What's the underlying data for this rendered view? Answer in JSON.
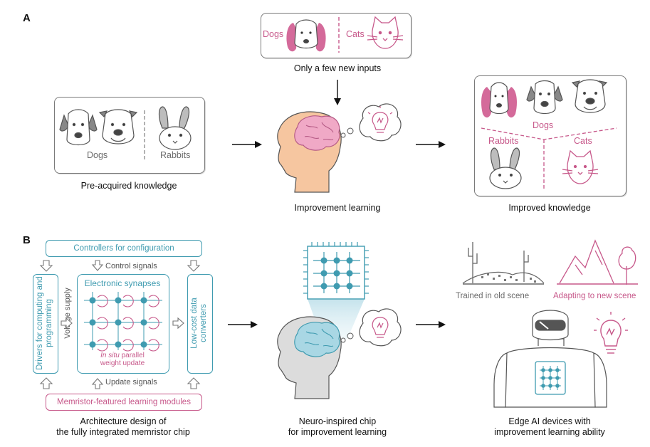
{
  "panelA": {
    "letter": "A",
    "new_inputs": {
      "dogs_label": "Dogs",
      "cats_label": "Cats",
      "caption": "Only a few new inputs"
    },
    "pre_acquired": {
      "dogs_label": "Dogs",
      "rabbits_label": "Rabbits",
      "caption": "Pre-acquired knowledge"
    },
    "improvement_caption": "Improvement learning",
    "improved": {
      "dogs_label": "Dogs",
      "rabbits_label": "Rabbits",
      "cats_label": "Cats",
      "caption": "Improved knowledge"
    }
  },
  "panelB": {
    "letter": "B",
    "controllers": "Controllers for configuration",
    "control_signals": "Control signals",
    "drivers": "Drivers for computing and programming",
    "voltage_supply": "Voltage supply",
    "electronic_synapses": "Electronic synapses",
    "in_situ_italic": "In situ",
    "in_situ_rest": " parallel",
    "weight_update": "weight update",
    "converters": "Low-cost data converters",
    "update_signals": "Update signals",
    "memristor_modules": "Memristor-featured learning modules",
    "architecture_caption_1": "Architecture design of",
    "architecture_caption_2": "the fully integrated memristor chip",
    "chip_caption_1": "Neuro-inspired chip",
    "chip_caption_2": "for improvement learning",
    "old_scene": "Trained in old scene",
    "new_scene": "Adapting to new scene",
    "edge_caption_1": "Edge AI devices with",
    "edge_caption_2": "improvement learning ability"
  },
  "colors": {
    "pink": "#c7588a",
    "teal": "#3f9bb0",
    "gray": "#7a7a7a",
    "skin": "#f6c6a0",
    "brain_pink": "#f0a9c6"
  },
  "icons": [
    "dog-icon",
    "cat-icon",
    "rabbit-icon",
    "head-icon",
    "brain-icon",
    "lightbulb-icon",
    "chip-icon",
    "robot-icon",
    "cactus-icon",
    "mountain-icon",
    "tree-icon",
    "arrow-icon"
  ]
}
